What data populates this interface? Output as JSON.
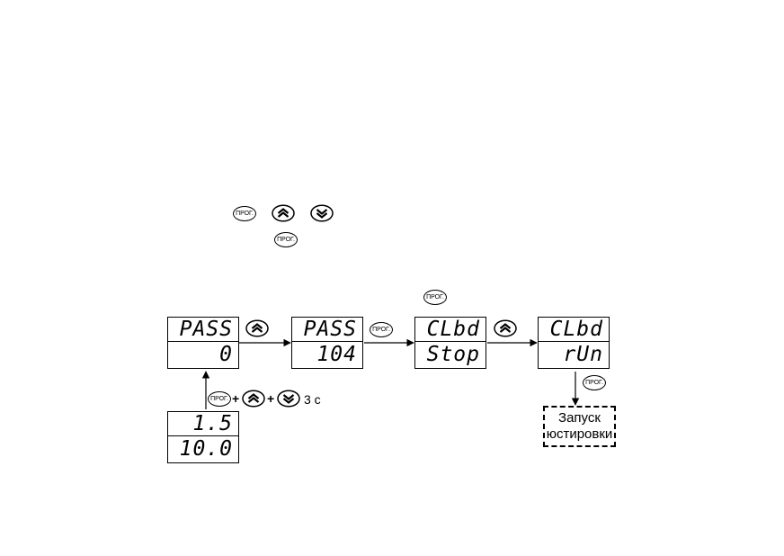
{
  "buttons": {
    "prog_label": "ПРОГ."
  },
  "displays": [
    {
      "id": "pass-0",
      "top": "PASS",
      "bottom": "0"
    },
    {
      "id": "pass-104",
      "top": "PASS",
      "bottom": "104"
    },
    {
      "id": "clbd-stop",
      "top": "CLbd",
      "bottom": "Stop"
    },
    {
      "id": "clbd-run",
      "top": "CLbd",
      "bottom": "rUn"
    },
    {
      "id": "initial",
      "top": "1.5",
      "bottom": "10.0"
    }
  ],
  "combo_hold": "3 с",
  "plus_sign": "+",
  "result_box": {
    "line1": "Запуск",
    "line2": "юстировки"
  },
  "icons": [
    "prog-button-icon",
    "up-arrow-button-icon",
    "down-arrow-button-icon"
  ]
}
